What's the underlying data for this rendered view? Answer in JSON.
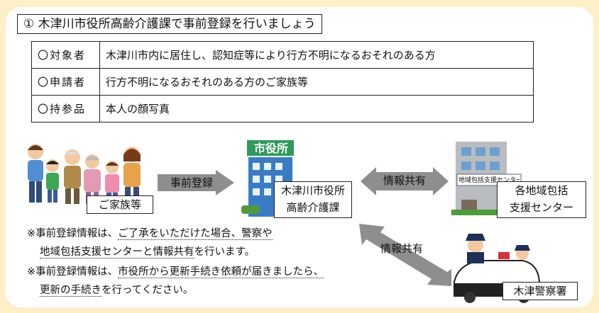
{
  "heading": "① 木津川市役所高齢介護課で事前登録を行いましょう",
  "info_rows": [
    {
      "key": "〇対象者",
      "value": "木津川市内に居住し、認知症等により行方不明になるおそれのある方"
    },
    {
      "key": "〇申請者",
      "value": "行方不明になるおそれのある方のご家族等"
    },
    {
      "key": "〇持参品",
      "value": "本人の顔写真"
    }
  ],
  "flow": {
    "family_label": "ご家族等",
    "arrow_register": "事前登録",
    "city_hall_sign": "市役所",
    "city_hall_label_line1": "木津川市役所",
    "city_hall_label_line2": "高齢介護課",
    "arrow_share_1": "情報共有",
    "center_sign": "地域包括支援センター",
    "center_label_line1": "各地域包括",
    "center_label_line2": "支援センター",
    "arrow_share_2": "情報共有",
    "police_label": "木津警察署"
  },
  "notes": {
    "n1_prefix": "※事前登録情報は、",
    "n1_underlined": "ご了承をいただけた場合、警察や",
    "n1_line2_underlined": "地域包括支援センターと情報共有",
    "n1_line2_suffix": "を行います。",
    "n2_prefix": "※事前登録情報は、",
    "n2_underlined": "市役所から更新手続き依頼が届きましたら、",
    "n2_line2_underlined": "更新の手続き",
    "n2_line2_suffix": "を行ってください。"
  },
  "colors": {
    "background": "#fdf0c8",
    "arrow": "#8e8e8e",
    "building_blue": "#3a7cc4",
    "city_hall_sign": "#2e9a5a"
  }
}
